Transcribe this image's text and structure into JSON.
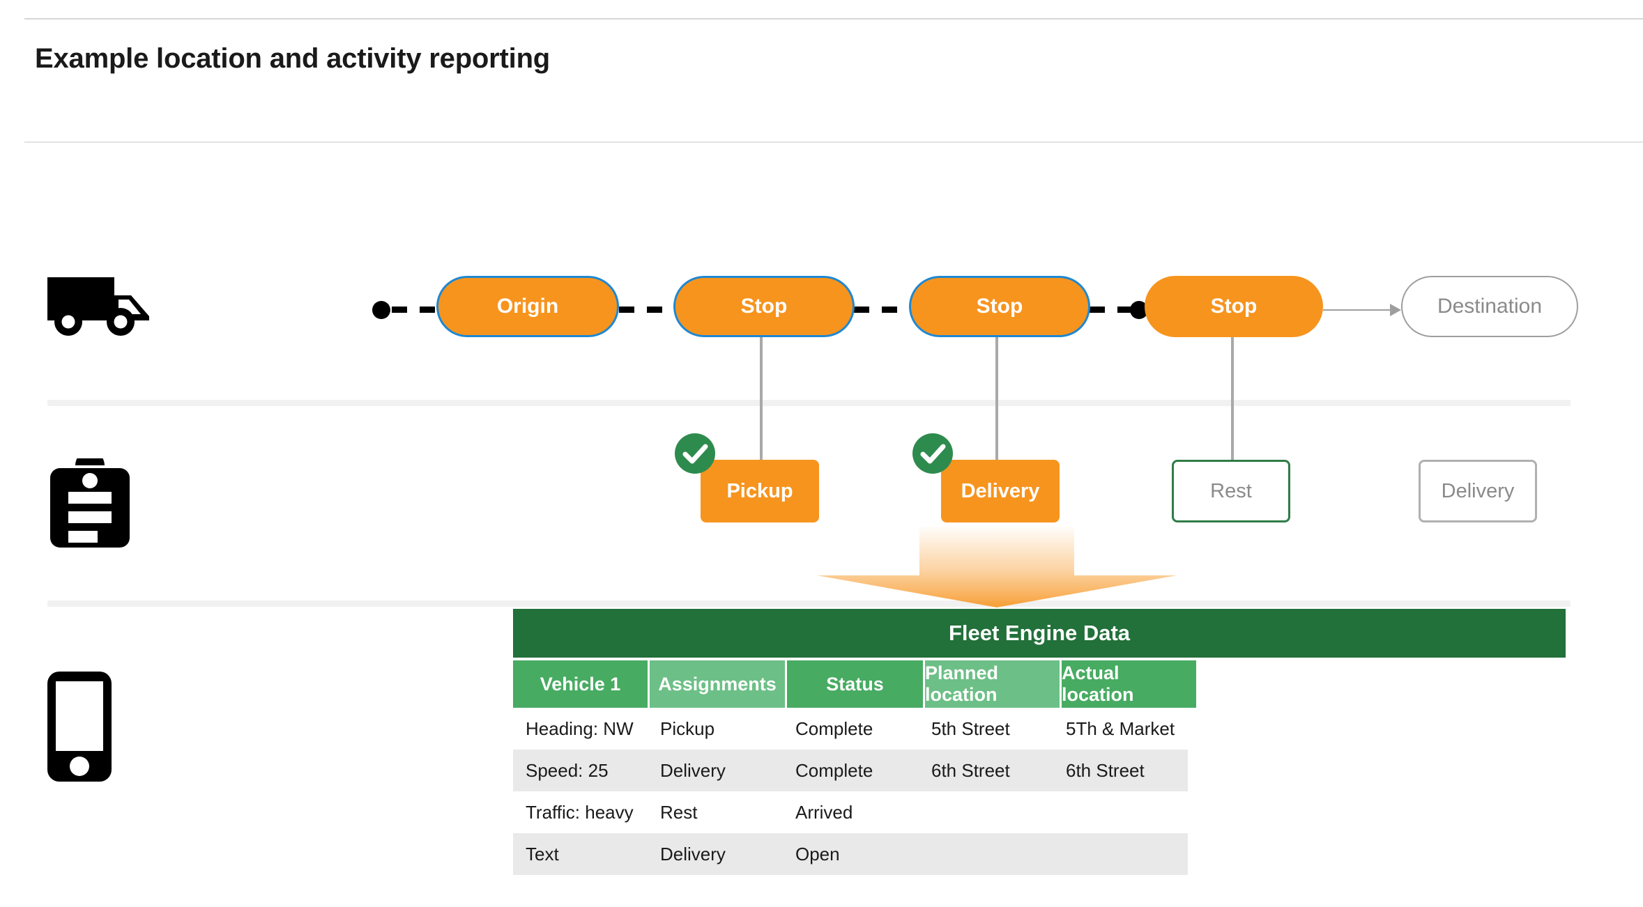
{
  "page": {
    "title": "Example location and activity reporting"
  },
  "lanes": {
    "vehicle_icon": "truck-icon",
    "activity_icon": "clipboard-icon",
    "device_icon": "mobile-phone-icon"
  },
  "route": {
    "stops": [
      {
        "label": "Origin",
        "state": "active"
      },
      {
        "label": "Stop",
        "state": "active"
      },
      {
        "label": "Stop",
        "state": "active"
      },
      {
        "label": "Stop",
        "state": "active-noborder"
      },
      {
        "label": "Destination",
        "state": "ghost"
      }
    ]
  },
  "activities": [
    {
      "label": "Pickup",
      "state": "filled",
      "completed": true
    },
    {
      "label": "Delivery",
      "state": "filled",
      "completed": true
    },
    {
      "label": "Rest",
      "state": "outline-green",
      "completed": false
    },
    {
      "label": "Delivery",
      "state": "outline-gray",
      "completed": false
    }
  ],
  "table": {
    "title": "Fleet Engine Data",
    "columns": [
      "Vehicle 1",
      "Assignments",
      "Status",
      "Planned location",
      "Actual location"
    ],
    "rows": [
      [
        "Heading: NW",
        "Pickup",
        "Complete",
        "5th Street",
        "5Th & Market"
      ],
      [
        "Speed: 25",
        "Delivery",
        "Complete",
        "6th Street",
        "6th Street"
      ],
      [
        "Traffic: heavy",
        "Rest",
        "Arrived",
        "",
        ""
      ],
      [
        "Text",
        "Delivery",
        "Open",
        "",
        ""
      ]
    ]
  },
  "colors": {
    "orange": "#F7941E",
    "blue_border": "#1E88D2",
    "green_dark": "#22703A",
    "green_header_dark": "#47AB62",
    "green_header_light": "#6CBF86",
    "check_green": "#2E8B4E",
    "ghost_gray": "#8a8a8a",
    "row_alt": "#e9e9e9"
  }
}
